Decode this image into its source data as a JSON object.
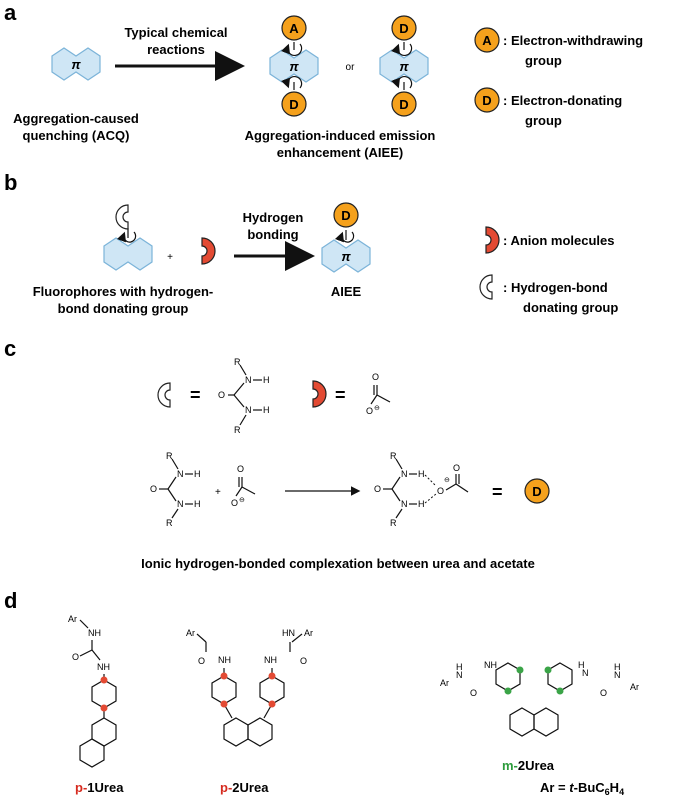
{
  "panels": {
    "a": {
      "label": "a",
      "pi": "π",
      "arrow_label_1": "Typical chemical",
      "arrow_label_2": "reactions",
      "acq_1": "Aggregation-caused",
      "acq_2": "quenching (ACQ)",
      "or": "or",
      "aiee_1": "Aggregation-induced emission",
      "aiee_2": "enhancement (AIEE)",
      "acceptor_letter": "A",
      "donor_letter": "D",
      "legend_a_1": ": Electron-withdrawing",
      "legend_a_2": "group",
      "legend_d_1": ": Electron-donating",
      "legend_d_2": "group"
    },
    "b": {
      "label": "b",
      "plus": "+",
      "arrow_label_1": "Hydrogen",
      "arrow_label_2": "bonding",
      "fluoro_1": "Fluorophores with hydrogen-",
      "fluoro_2": "bond donating group",
      "aiee": "AIEE",
      "legend_anion": ": Anion molecules",
      "legend_hb_1": ": Hydrogen-bond",
      "legend_hb_2": "donating group"
    },
    "c": {
      "label": "c",
      "equals": "=",
      "caption": "Ionic hydrogen-bonded complexation between urea and acetate",
      "atoms": {
        "R": "R",
        "N": "N",
        "H": "H",
        "O": "O",
        "minus": "⊖"
      }
    },
    "d": {
      "label": "d",
      "ar": "Ar",
      "nh": "NH",
      "hn": "HN",
      "o": "O",
      "h": "H",
      "n": "N",
      "c1_prefix": "p-",
      "c1_name": "1Urea",
      "c2_prefix": "p-",
      "c2_name": "2Urea",
      "c3_prefix": "m-",
      "c3_name": "2Urea",
      "ar_def": "Ar = t-BuC6H4",
      "ar_def_parts": [
        "Ar = ",
        "t",
        "-BuC",
        "6",
        "H",
        "4"
      ]
    }
  },
  "colors": {
    "hexagon_fill": "#cfe6f5",
    "hexagon_stroke": "#7cb4d9",
    "acceptor_donor": "#f5a11c",
    "anion": "#e34a33",
    "para_marker": "#e34a33",
    "meta_marker": "#3aa447",
    "para_label": "#d62b1f",
    "meta_label": "#2d9c3c"
  }
}
